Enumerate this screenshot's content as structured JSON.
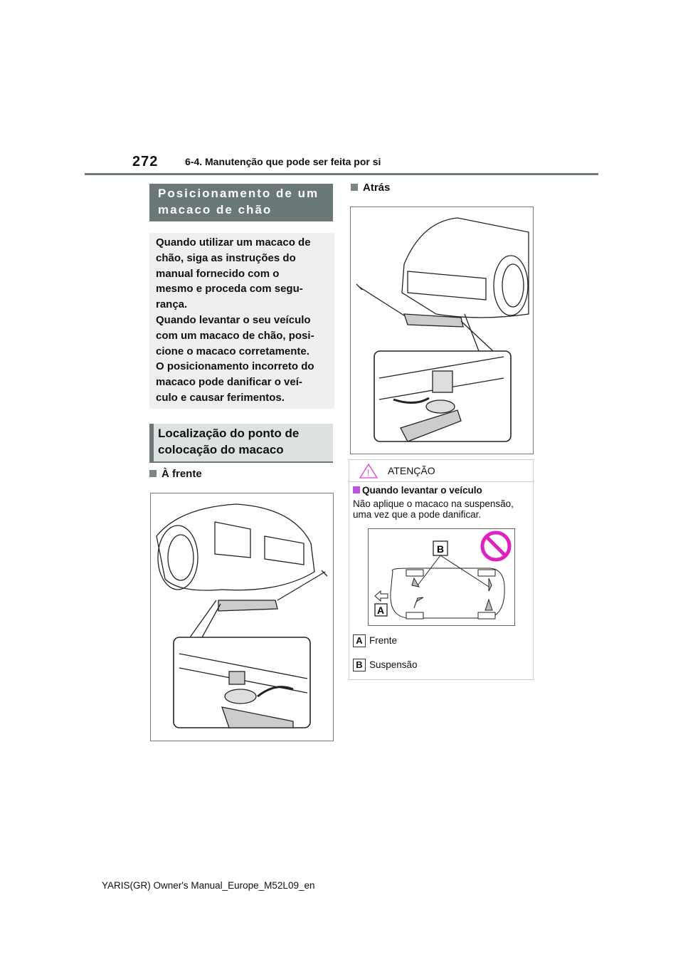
{
  "header": {
    "page_number": "272",
    "section": "6-4. Manutenção que pode ser feita por si"
  },
  "left": {
    "heading1": [
      "Posicionamento de um",
      "macaco de chão"
    ],
    "note_lines": [
      "Quando utilizar um macaco de",
      "chão, siga as instruções do",
      "manual fornecido com o",
      "mesmo e proceda com segu-",
      "rança.",
      "Quando levantar o seu veículo",
      "com um macaco de chão, posi-",
      "cione o macaco corretamente.",
      "O posicionamento incorreto do",
      "macaco pode danificar o veí-",
      "culo e causar ferimentos."
    ],
    "heading2": [
      "Localização do ponto de",
      "colocação do macaco"
    ],
    "front_label": "À frente"
  },
  "right": {
    "rear_label": "Atrás",
    "warning": {
      "title": "ATENÇÃO",
      "subtitle": "Quando levantar o veículo",
      "text_lines": [
        "Não aplique o macaco na suspensão,",
        "uma vez que a pode danificar."
      ],
      "callouts": [
        {
          "key": "A",
          "label": "Frente"
        },
        {
          "key": "B",
          "label": "Suspensão"
        }
      ],
      "accent": "#e020c0"
    }
  },
  "footer": "YARIS(GR) Owner's Manual_Europe_M52L09_en"
}
